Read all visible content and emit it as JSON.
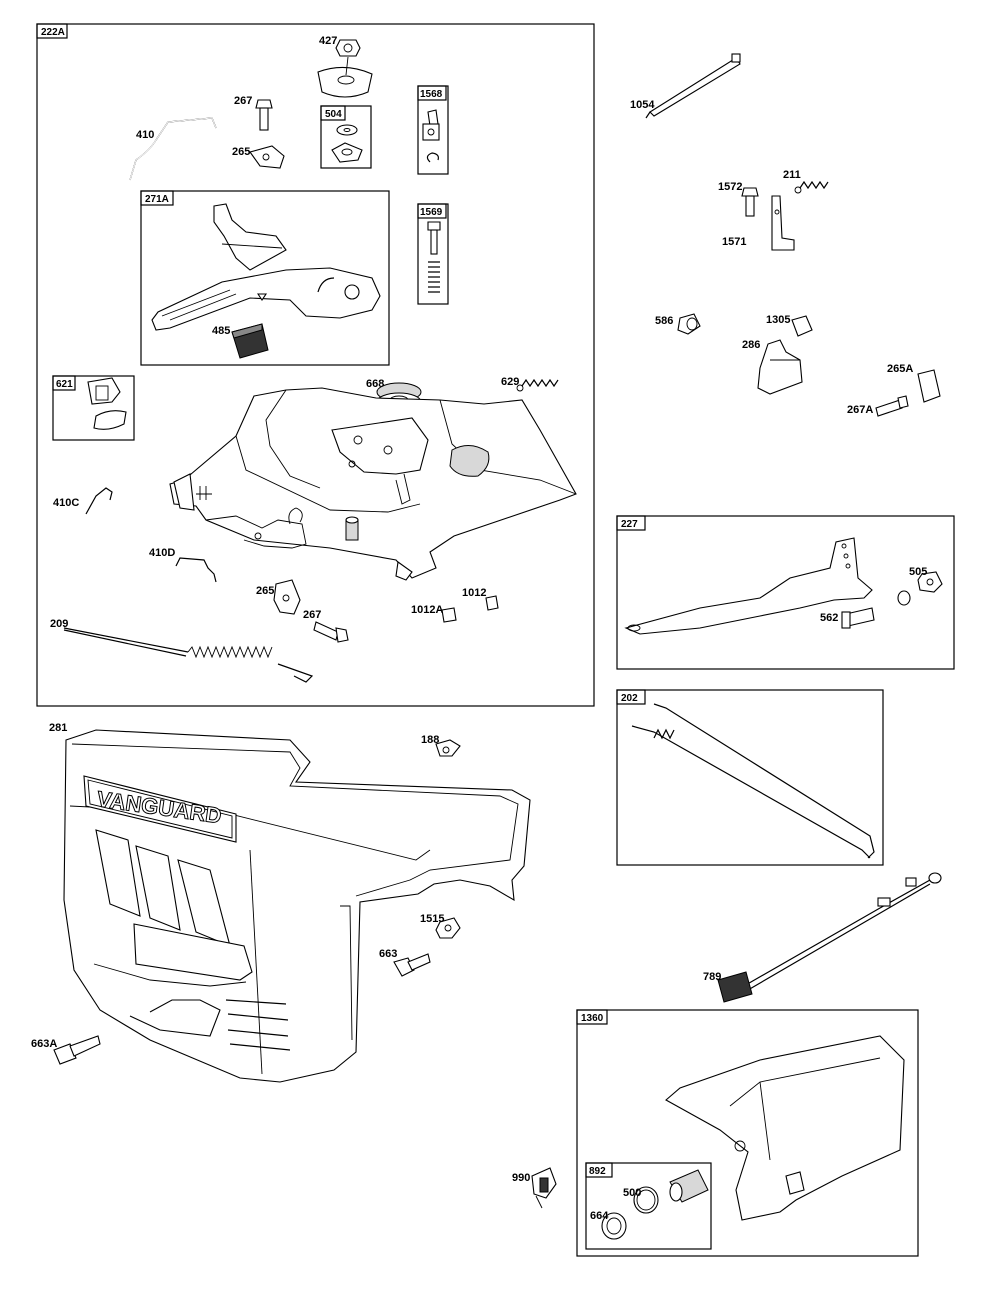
{
  "brand": "VANGUARD",
  "boxes": {
    "b222A": "222A",
    "b271A": "271A",
    "b504": "504",
    "b1568": "1568",
    "b1569": "1569",
    "b621": "621",
    "b227": "227",
    "b202": "202",
    "b1360": "1360",
    "b892": "892"
  },
  "callouts": {
    "c427": "427",
    "c267a": "267",
    "c410": "410",
    "c265a": "265",
    "c485": "485",
    "c668": "668",
    "c629": "629",
    "c410C": "410C",
    "c410D": "410D",
    "c265b": "265",
    "c267b": "267",
    "c1012A": "1012A",
    "c1012": "1012",
    "c209": "209",
    "c1054": "1054",
    "c1572": "1572",
    "c211": "211",
    "c1571": "1571",
    "c586": "586",
    "c1305": "1305",
    "c286": "286",
    "c265A": "265A",
    "c267A": "267A",
    "c505": "505",
    "c562": "562",
    "c281": "281",
    "c188": "188",
    "c1515": "1515",
    "c663": "663",
    "c663A": "663A",
    "c789": "789",
    "c990": "990",
    "c500": "500",
    "c664": "664"
  }
}
